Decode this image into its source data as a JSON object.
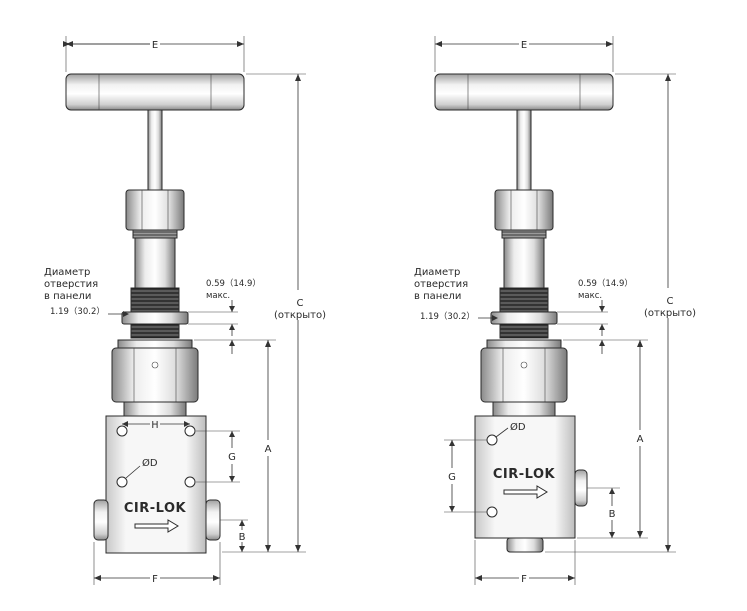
{
  "labels": {
    "E": "E",
    "C": "C",
    "open": "(открыто)",
    "panel_hole_line1": "Диаметр",
    "panel_hole_line2": "отверстия",
    "panel_hole_line3": "в панели",
    "panel_hole_value": "1.19（30.2）",
    "max_thickness_value": "0.59（14.9）",
    "max_abbrev": "макс.",
    "A": "A",
    "H": "H",
    "G": "G",
    "D": "ØD",
    "B": "B",
    "F": "F",
    "brand": "CIR-LOK"
  },
  "colors": {
    "metal_light": "#f4f4f4",
    "metal_mid": "#c9c9c9",
    "metal_dark": "#7a7a7a",
    "thread": "#3a3a3a",
    "line": "#2b2b2b"
  }
}
